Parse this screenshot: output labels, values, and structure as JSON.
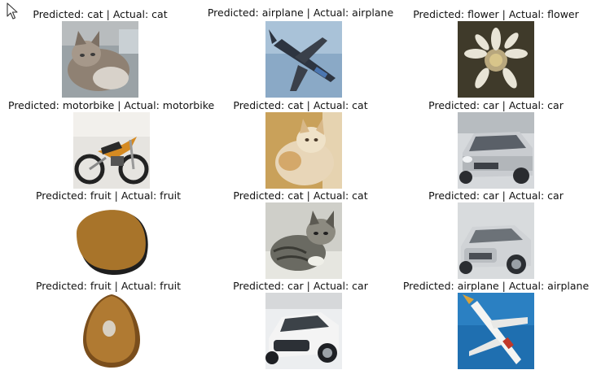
{
  "grid": {
    "rows": [
      [
        {
          "caption": "Predicted: cat | Actual: cat",
          "image": "cat-photo"
        },
        {
          "caption": "Predicted: airplane | Actual: airplane",
          "image": "airplane-photo"
        },
        {
          "caption": "Predicted: flower | Actual: flower",
          "image": "flower-photo"
        }
      ],
      [
        {
          "caption": "Predicted: motorbike | Actual: motorbike",
          "image": "motorbike-photo"
        },
        {
          "caption": "Predicted: cat | Actual: cat",
          "image": "cat-photo"
        },
        {
          "caption": "Predicted: car | Actual: car",
          "image": "car-photo"
        }
      ],
      [
        {
          "caption": "Predicted: fruit | Actual: fruit",
          "image": "fruit-photo"
        },
        {
          "caption": "Predicted: cat | Actual: cat",
          "image": "cat-photo"
        },
        {
          "caption": "Predicted: car | Actual: car",
          "image": "car-photo"
        }
      ],
      [
        {
          "caption": "Predicted: fruit | Actual: fruit",
          "image": "fruit-photo"
        },
        {
          "caption": "Predicted: car | Actual: car",
          "image": "car-photo"
        },
        {
          "caption": "Predicted: airplane | Actual: airplane",
          "image": "airplane-photo"
        }
      ]
    ]
  },
  "icons": {
    "cursor": "mouse-pointer-icon"
  }
}
